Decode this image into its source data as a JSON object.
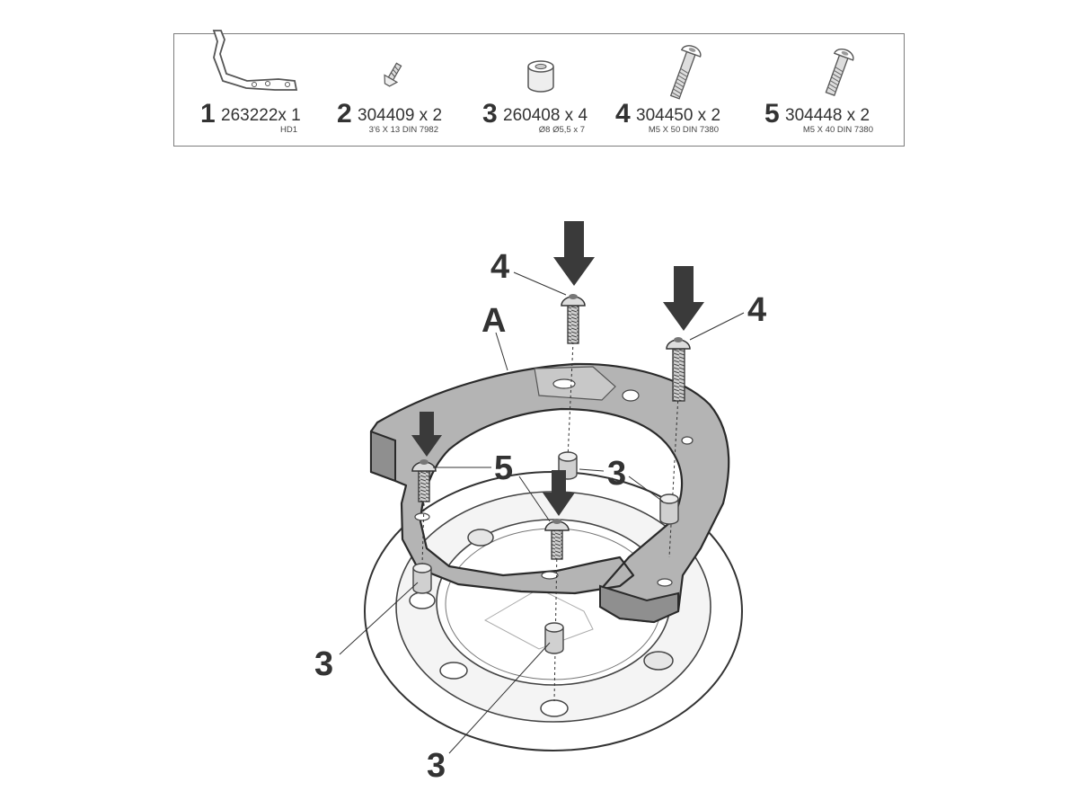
{
  "parts": [
    {
      "number": "1",
      "code": "263222x 1",
      "spec": "HD1",
      "icon": "bracket-icon"
    },
    {
      "number": "2",
      "code": "304409 x 2",
      "spec": "3'6 X 13 DIN 7982",
      "icon": "small-screw-icon"
    },
    {
      "number": "3",
      "code": "260408 x 4",
      "spec": "Ø8 Ø5,5 x 7",
      "icon": "spacer-icon"
    },
    {
      "number": "4",
      "code": "304450 x 2",
      "spec": "M5 X 50 DIN 7380",
      "icon": "long-bolt-icon"
    },
    {
      "number": "5",
      "code": "304448 x 2",
      "spec": "M5 X 40 DIN 7380",
      "icon": "bolt-icon"
    }
  ],
  "callouts": {
    "ring_label": "A",
    "bolt_top": "4",
    "bolt_right": "4",
    "bolt_center": "5",
    "spacer_right": "3",
    "spacer_left": "3",
    "spacer_bottom": "3"
  },
  "colors": {
    "ring_fill": "#b4b4b4",
    "ring_dark": "#8f8f8f",
    "outline": "#2a2a2a",
    "arrow": "#3a3a3a",
    "flange": "#ffffff"
  }
}
